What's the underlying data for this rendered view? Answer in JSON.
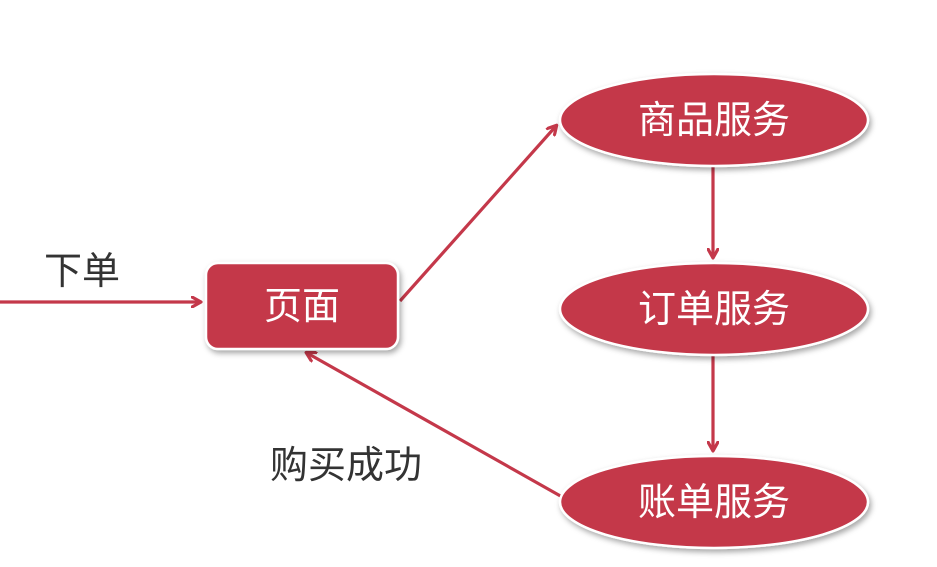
{
  "colors": {
    "node_fill": "#c4384a",
    "node_text": "#ffffff",
    "arrow": "#c4384a",
    "label_text": "#333333"
  },
  "nodes": {
    "page": {
      "label": "页面",
      "shape": "rounded-rectangle"
    },
    "product_service": {
      "label": "商品服务",
      "shape": "ellipse"
    },
    "order_service": {
      "label": "订单服务",
      "shape": "ellipse"
    },
    "billing_service": {
      "label": "账单服务",
      "shape": "ellipse"
    }
  },
  "edges": {
    "place_order": {
      "from": "external",
      "to": "page",
      "label": "下单"
    },
    "page_to_product": {
      "from": "page",
      "to": "product_service",
      "label": ""
    },
    "product_to_order": {
      "from": "product_service",
      "to": "order_service",
      "label": ""
    },
    "order_to_billing": {
      "from": "order_service",
      "to": "billing_service",
      "label": ""
    },
    "billing_to_page": {
      "from": "billing_service",
      "to": "page",
      "label": "购买成功"
    }
  }
}
